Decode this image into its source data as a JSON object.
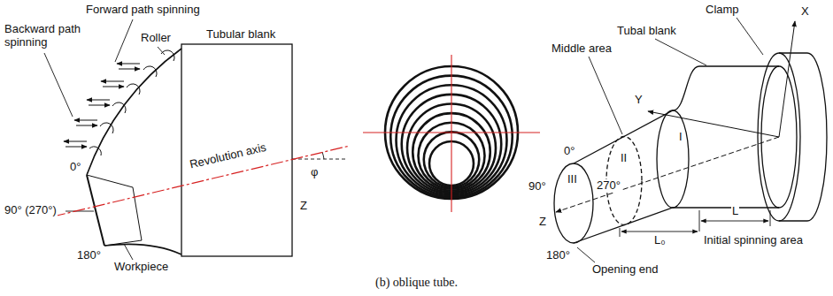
{
  "diagram": {
    "caption": "(b) oblique tube.",
    "labels": [
      "Backward path spinning",
      "Forward path spinning",
      "Roller",
      "Tubular blank",
      "0°",
      "90° (270°)",
      "Revolution axis",
      "φ",
      "Z",
      "180°",
      "Workpiece",
      "X",
      "Clamp",
      "Tubal blank",
      "Middle area",
      "Y",
      "0°",
      "90°",
      "270°",
      "Z",
      "III",
      "II",
      "I",
      "180°",
      "L₀",
      "L",
      "Initial spinning area",
      "Opening end"
    ]
  }
}
